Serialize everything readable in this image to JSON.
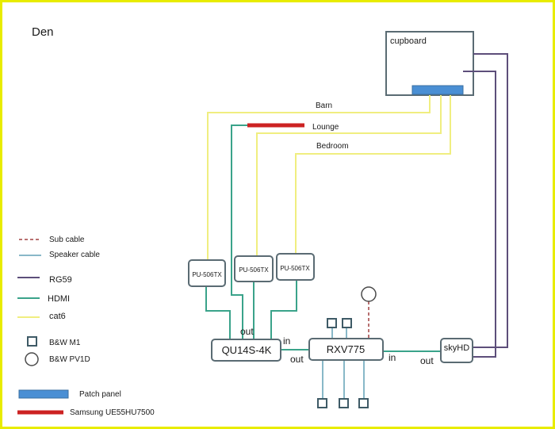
{
  "room_title": "Den",
  "colors": {
    "rg59": "#5d4e7a",
    "hdmi": "#3aa38a",
    "cat6": "#f0ee80",
    "speaker": "#88b8c8",
    "sub": "#a04040",
    "patch": "#4a8fd4",
    "tv": "#cc2222",
    "frame": "#e8ec00"
  },
  "cupboard_label": "cupboard",
  "room_labels": {
    "barn": "Barn",
    "lounge": "Lounge",
    "bedroom": "Bedroom"
  },
  "transmitters": [
    "PU-506TX",
    "PU-506TX",
    "PU-506TX"
  ],
  "devices": {
    "matrix": "QU14S-4K",
    "receiver": "RXV775",
    "skyhd": "skyHD"
  },
  "port_labels": {
    "matrix_out_top": "out",
    "matrix_out_side": "out",
    "receiver_in_left": "in",
    "receiver_in_right": "in",
    "skyhd_out": "out"
  },
  "legend": {
    "sub_cable": "Sub cable",
    "speaker_cable": "Speaker cable",
    "rg59": "RG59",
    "hdmi": "HDMI",
    "cat6": "cat6",
    "bw_m1": "B&W M1",
    "bw_pv1d": "B&W PV1D",
    "patch_panel": "Patch panel",
    "samsung": "Samsung UE55HU7500"
  }
}
